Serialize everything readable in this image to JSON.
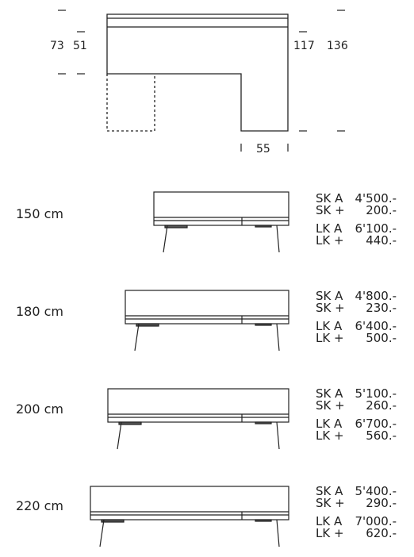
{
  "plan": {
    "dims": {
      "left_outer": "73",
      "left_inner": "51",
      "right_inner": "117",
      "right_outer": "136",
      "bottom_width": "55"
    }
  },
  "variants": [
    {
      "size": "150 cm",
      "prices": [
        {
          "code": "SK A",
          "value": "4'500.-"
        },
        {
          "code": "SK +",
          "value": "200.-"
        },
        {
          "code": "LK A",
          "value": "6'100.-"
        },
        {
          "code": "LK +",
          "value": "440.-"
        }
      ]
    },
    {
      "size": "180 cm",
      "prices": [
        {
          "code": "SK A",
          "value": "4'800.-"
        },
        {
          "code": "SK +",
          "value": "230.-"
        },
        {
          "code": "LK A",
          "value": "6'400.-"
        },
        {
          "code": "LK +",
          "value": "500.-"
        }
      ]
    },
    {
      "size": "200 cm",
      "prices": [
        {
          "code": "SK A",
          "value": "5'100.-"
        },
        {
          "code": "SK +",
          "value": "260.-"
        },
        {
          "code": "LK A",
          "value": "6'700.-"
        },
        {
          "code": "LK +",
          "value": "560.-"
        }
      ]
    },
    {
      "size": "220 cm",
      "prices": [
        {
          "code": "SK A",
          "value": "5'400.-"
        },
        {
          "code": "SK +",
          "value": "290.-"
        },
        {
          "code": "LK A",
          "value": "7'000.-"
        },
        {
          "code": "LK +",
          "value": "620.-"
        }
      ]
    }
  ]
}
